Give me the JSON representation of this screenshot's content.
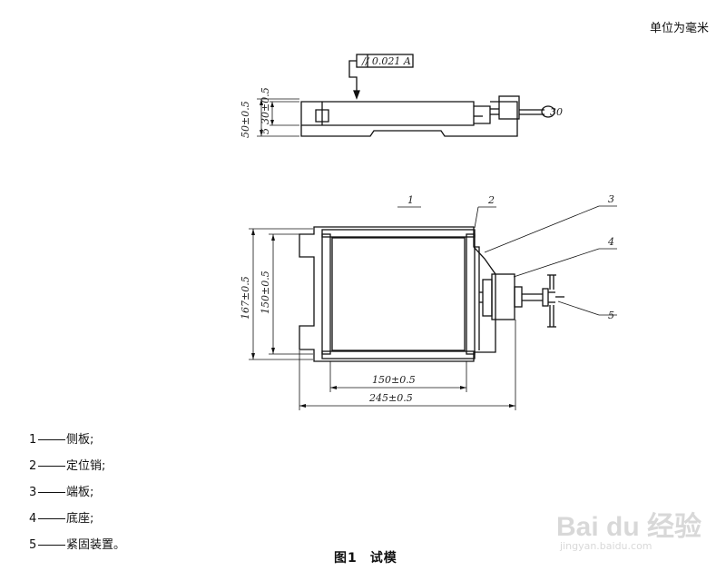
{
  "unit_note": "单位为毫米",
  "tolerance_frame": "// 0.021 A",
  "dimensions": {
    "height_50": "50±0.5",
    "height_30": "30±0.5",
    "height_5": "5",
    "width_167": "167±0.5",
    "width_150_vertical": "150±0.5",
    "inner_150": "150±0.5",
    "overall_245": "245±0.5",
    "knob_30": "30"
  },
  "callouts": [
    "1",
    "2",
    "3",
    "4",
    "5"
  ],
  "legend": [
    {
      "num": "1",
      "text": "侧板;"
    },
    {
      "num": "2",
      "text": "定位销;"
    },
    {
      "num": "3",
      "text": "端板;"
    },
    {
      "num": "4",
      "text": "底座;"
    },
    {
      "num": "5",
      "text": "紧固装置。"
    }
  ],
  "caption": {
    "figure": "图1",
    "title": "试模"
  },
  "watermark": {
    "logo": "Bai du 经验",
    "url": "jingyan.baidu.com"
  }
}
